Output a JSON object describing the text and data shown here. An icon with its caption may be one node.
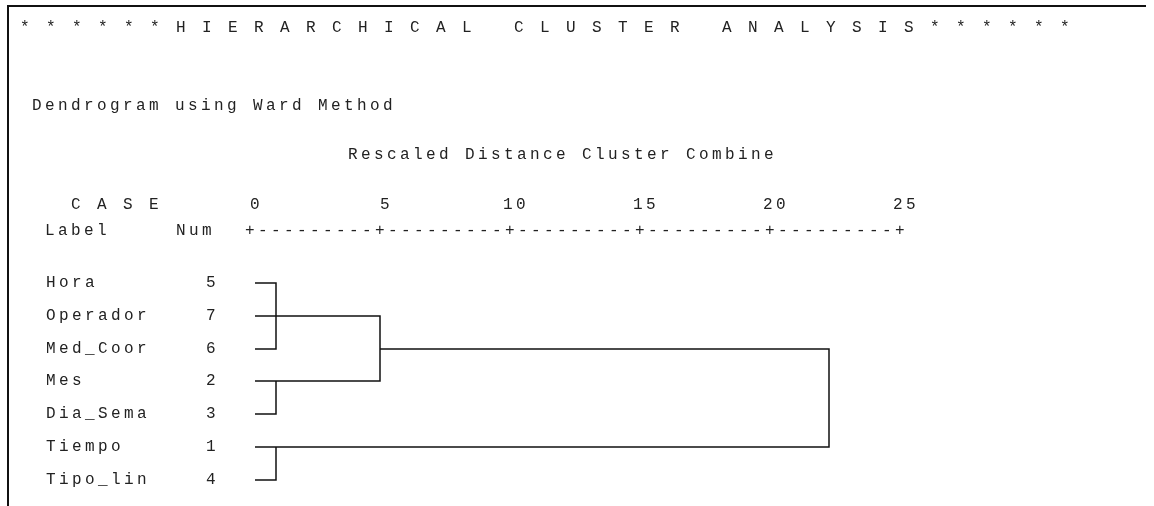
{
  "diagram": {
    "title": "* * * * * * H I E R A R C H I C A L   C L U S T E R   A N A L Y S I S * * * * * *",
    "labels": [
      "Dendrogram using Ward Method",
      "Rescaled Distance Cluster Combine",
      "C A S E",
      "0",
      "5",
      "10",
      "15",
      "20",
      "25",
      "Label",
      "Num",
      "+---------+---------+---------+---------+---------+",
      "Hora",
      "5",
      "Operador",
      "7",
      "Med_Coor",
      "6",
      "Mes",
      "2",
      "Dia_Sema",
      "3",
      "Tiempo",
      "1",
      "Tipo_lin",
      "4"
    ]
  }
}
